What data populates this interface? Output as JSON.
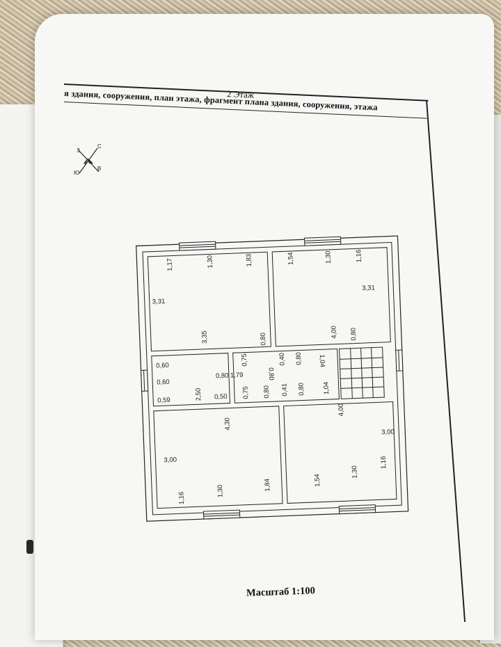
{
  "document": {
    "header": "я здания, сооружения, план этажа, фрагмент плана здания, сооружения, этажа",
    "floor_title": "2 Этаж",
    "scale_label": "Масштаб 1:100",
    "compass": {
      "north": "С",
      "south": "Ю",
      "east": "В",
      "west": "З"
    }
  },
  "plan": {
    "room_top_left": {
      "d1": "1,17",
      "d2": "1,30",
      "d3": "1,83",
      "d4": "3,31",
      "d5": "3,35"
    },
    "room_top_right": {
      "d1": "1,54",
      "d2": "1,30",
      "d3": "1,16",
      "d4": "3,31",
      "d5": "4,00"
    },
    "room_middle_left": {
      "d1": "0,60",
      "d2": "0,60",
      "d3": "0,59",
      "d4": "2,50",
      "d5": "0,50",
      "d6": "0,80",
      "d7": "1,79"
    },
    "hall": {
      "d1": "0,75",
      "d2": "0,80",
      "d3": "0,80",
      "d4": "0,40",
      "d5": "0,80",
      "d6": "1,04",
      "d7": "0,75",
      "d8": "0,80",
      "d9": "0,41",
      "d10": "0,80",
      "d11": "1,04",
      "d12": "0,80"
    },
    "room_bottom_left": {
      "d1": "4,30",
      "d2": "3,00",
      "d3": "1,16",
      "d4": "1,30",
      "d5": "1,84"
    },
    "room_bottom_right": {
      "d1": "4,00",
      "d2": "3,00",
      "d3": "1,54",
      "d4": "1,30",
      "d5": "1,16"
    }
  }
}
